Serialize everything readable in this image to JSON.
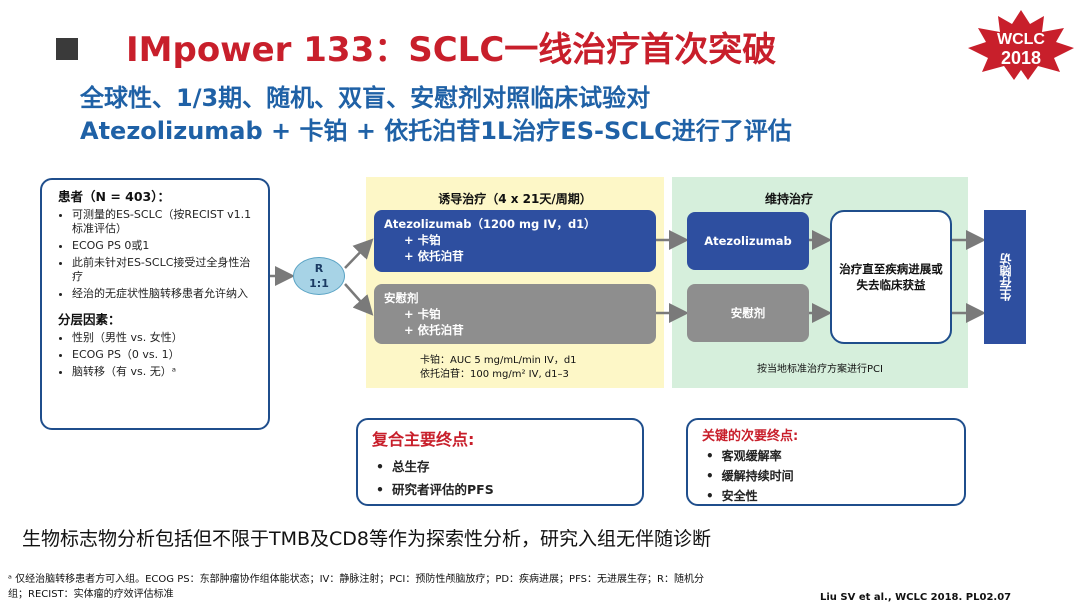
{
  "header": {
    "title": "IMpower 133：SCLC一线治疗首次突破",
    "subtitle_line1": "全球性、1/3期、随机、双盲、安慰剂对照临床试验对",
    "subtitle_line2": "Atezolizumab + 卡铂 + 依托泊苷1L治疗ES-SCLC进行了评估"
  },
  "logo": {
    "line1": "WCLC",
    "line2": "2018",
    "color": "#c81f2b"
  },
  "patients": {
    "heading": "患者（N = 403）：",
    "criteria": [
      "可测量的ES-SCLC（按RECIST v1.1标准评估）",
      "ECOG PS 0或1",
      "此前未针对ES-SCLC接受过全身性治疗",
      "经治的无症状性脑转移患者允许纳入"
    ],
    "strat_heading": "分层因素：",
    "strat_factors": [
      "性别（男性 vs. 女性）",
      "ECOG PS（0 vs. 1）",
      "脑转移（有 vs. 无）ᵃ"
    ]
  },
  "randomization": {
    "line1": "R",
    "line2": "1:1"
  },
  "induction": {
    "title": "诱导治疗（4 x 21天/周期）",
    "atezo_arm": {
      "line1": "Atezolizumab（1200 mg IV，d1）",
      "line2": "+ 卡铂",
      "line3": "+ 依托泊苷"
    },
    "placebo_arm": {
      "line1": "安慰剂",
      "line2": "+ 卡铂",
      "line3": "+ 依托泊苷"
    },
    "note_line1": "卡铂：AUC 5 mg/mL/min IV，d1",
    "note_line2": "依托泊苷：100 mg/m² IV, d1–3"
  },
  "maintenance": {
    "title": "维持治疗",
    "atezo_arm": "Atezolizumab",
    "placebo_arm": "安慰剂",
    "until": "治疗直至疾病进展或失去临床获益",
    "pci_note": "按当地标准治疗方案进行PCI",
    "survival_followup": "生存随访"
  },
  "endpoints": {
    "primary_title": "复合主要终点:",
    "primary_items": [
      "总生存",
      "研究者评估的PFS"
    ],
    "secondary_title": "关键的次要终点:",
    "secondary_items": [
      "客观缓解率",
      "缓解持续时间",
      "安全性"
    ]
  },
  "biomarker_text": "生物标志物分析包括但不限于TMB及CD8等作为探索性分析，研究入组无伴随诊断",
  "footnote": "ᵃ 仅经治脑转移患者方可入组。ECOG PS：东部肿瘤协作组体能状态；IV：静脉注射；PCI：预防性颅脑放疗；PD：疾病进展；PFS：无进展生存；R：随机分组；RECIST：实体瘤的疗效评估标准",
  "citation": "Liu SV et al., WCLC 2018. PL02.07",
  "colors": {
    "title_red": "#c81f2b",
    "subtitle_blue": "#1f61a6",
    "atezo_blue": "#2e4fa0",
    "placebo_gray": "#8e8e8e",
    "induction_bg": "#fdf7c7",
    "maintenance_bg": "#d6efdc"
  }
}
